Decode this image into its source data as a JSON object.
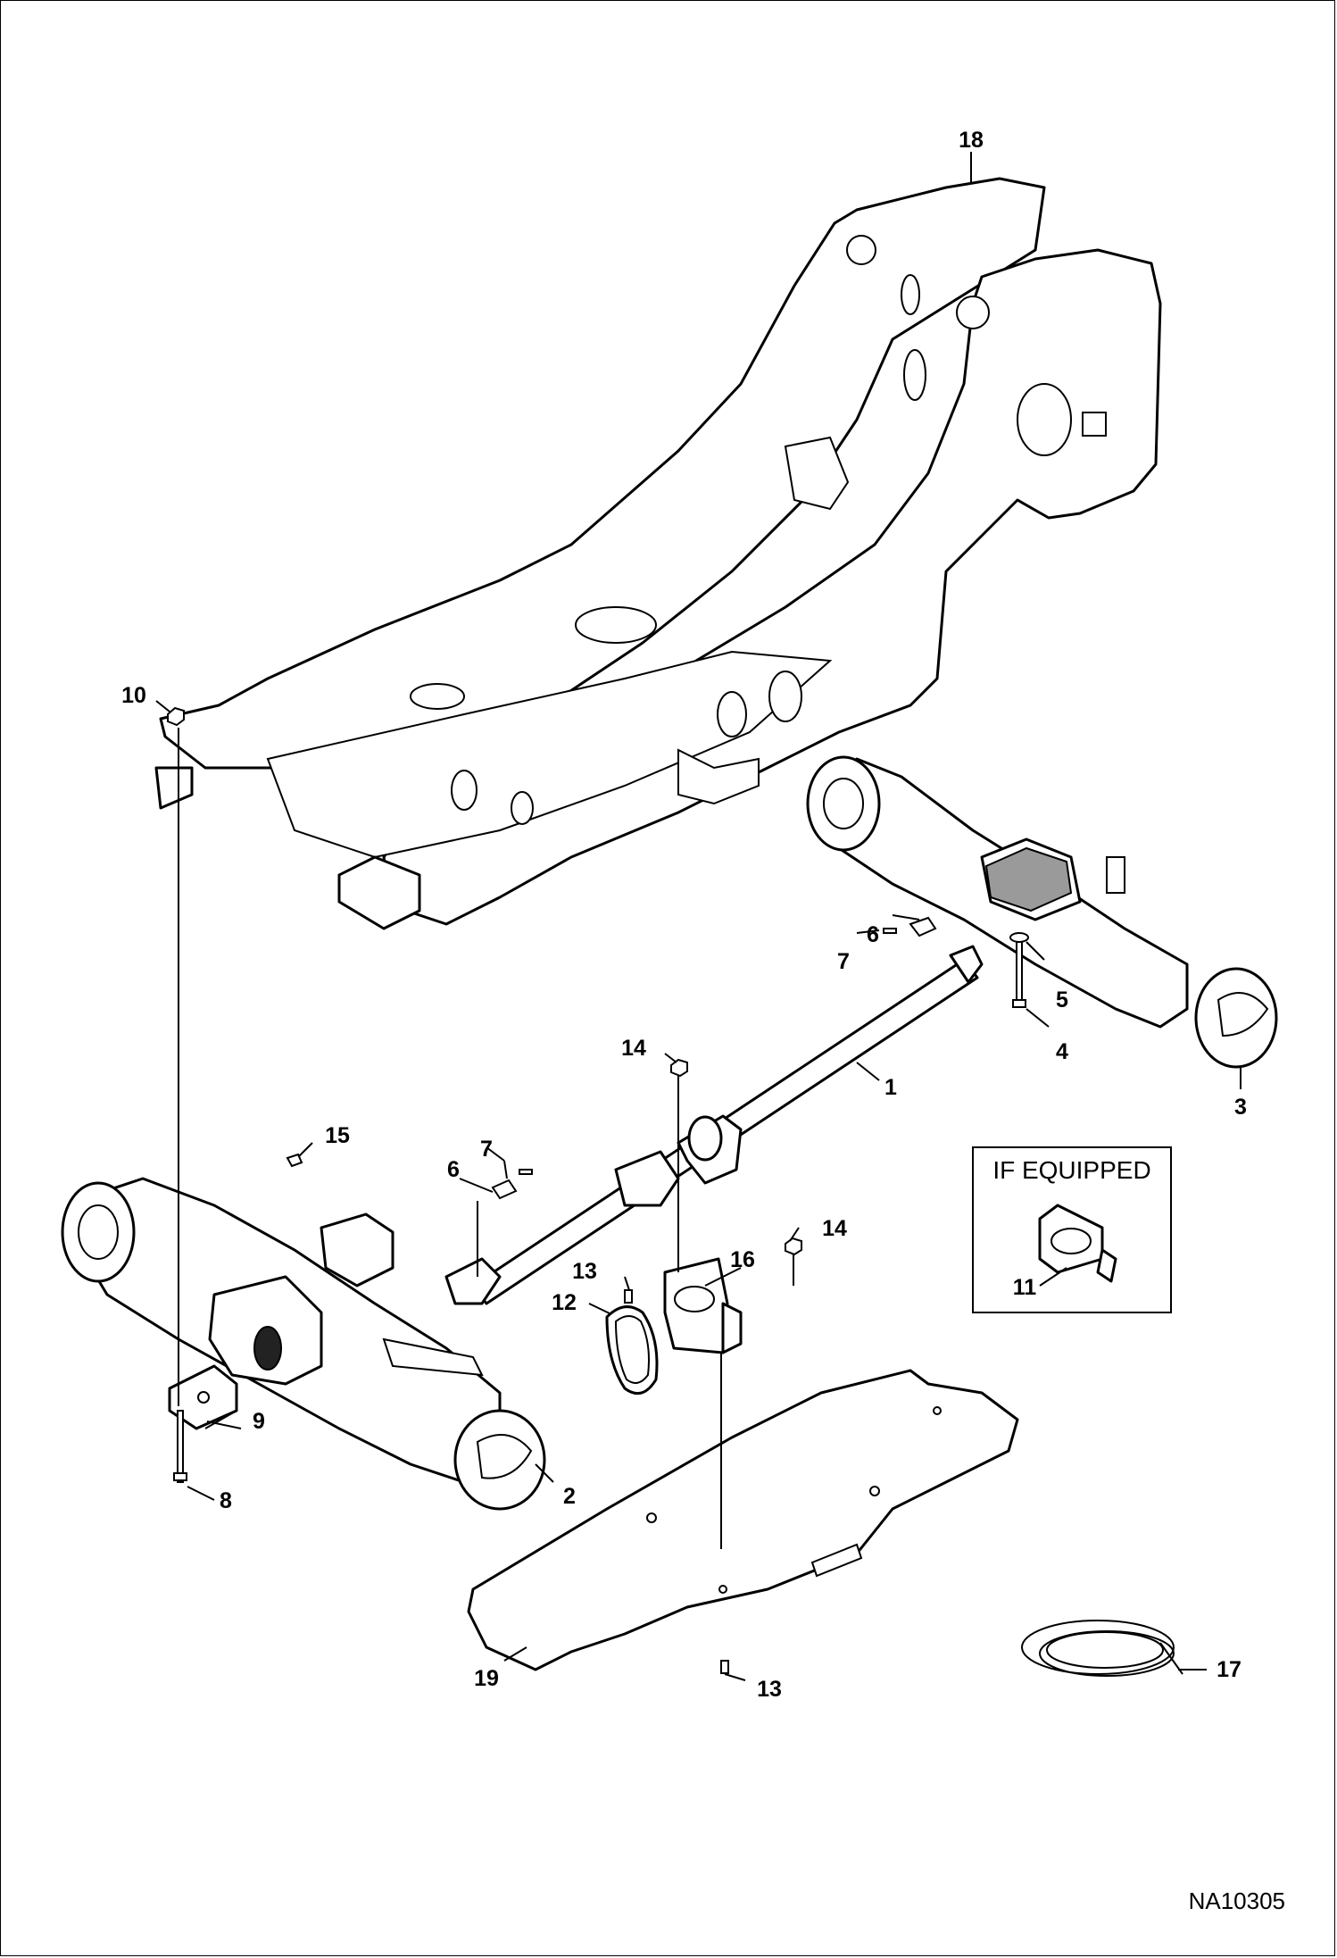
{
  "diagram": {
    "reference_code": "NA10305",
    "optional_box_label": "IF EQUIPPED",
    "callouts": [
      {
        "id": "c1",
        "label": "1"
      },
      {
        "id": "c2",
        "label": "2"
      },
      {
        "id": "c3",
        "label": "3"
      },
      {
        "id": "c4",
        "label": "4"
      },
      {
        "id": "c5",
        "label": "5"
      },
      {
        "id": "c6a",
        "label": "6"
      },
      {
        "id": "c6b",
        "label": "6"
      },
      {
        "id": "c7a",
        "label": "7"
      },
      {
        "id": "c7b",
        "label": "7"
      },
      {
        "id": "c8",
        "label": "8"
      },
      {
        "id": "c9",
        "label": "9"
      },
      {
        "id": "c10",
        "label": "10"
      },
      {
        "id": "c11",
        "label": "11"
      },
      {
        "id": "c12",
        "label": "12"
      },
      {
        "id": "c13a",
        "label": "13"
      },
      {
        "id": "c13b",
        "label": "13"
      },
      {
        "id": "c14a",
        "label": "14"
      },
      {
        "id": "c14b",
        "label": "14"
      },
      {
        "id": "c15",
        "label": "15"
      },
      {
        "id": "c16",
        "label": "16"
      },
      {
        "id": "c17",
        "label": "17"
      },
      {
        "id": "c18",
        "label": "18"
      },
      {
        "id": "c19",
        "label": "19"
      }
    ]
  }
}
